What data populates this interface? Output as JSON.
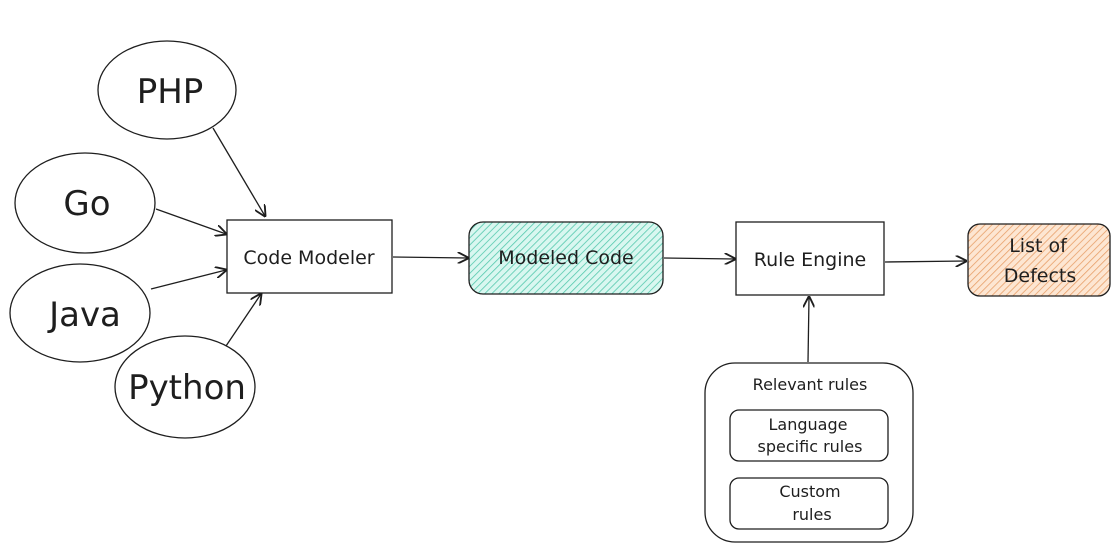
{
  "diagram": {
    "sources": {
      "php": "PHP",
      "go": "Go",
      "java": "Java",
      "python": "Python"
    },
    "code_modeler": "Code Modeler",
    "modeled_code": "Modeled Code",
    "rule_engine": "Rule Engine",
    "defects": {
      "line1": "List of",
      "line2": "Defects"
    },
    "relevant_rules": {
      "title": "Relevant rules",
      "language_specific": {
        "line1": "Language",
        "line2": "specific rules"
      },
      "custom": {
        "line1": "Custom",
        "line2": "rules"
      }
    }
  },
  "colors": {
    "stroke": "#1e1e1e",
    "modeled_code_fill": "#b2f2e6",
    "modeled_code_hatch": "#55c8ad",
    "defects_fill": "#ffd8b8",
    "defects_hatch": "#e8a06a"
  }
}
